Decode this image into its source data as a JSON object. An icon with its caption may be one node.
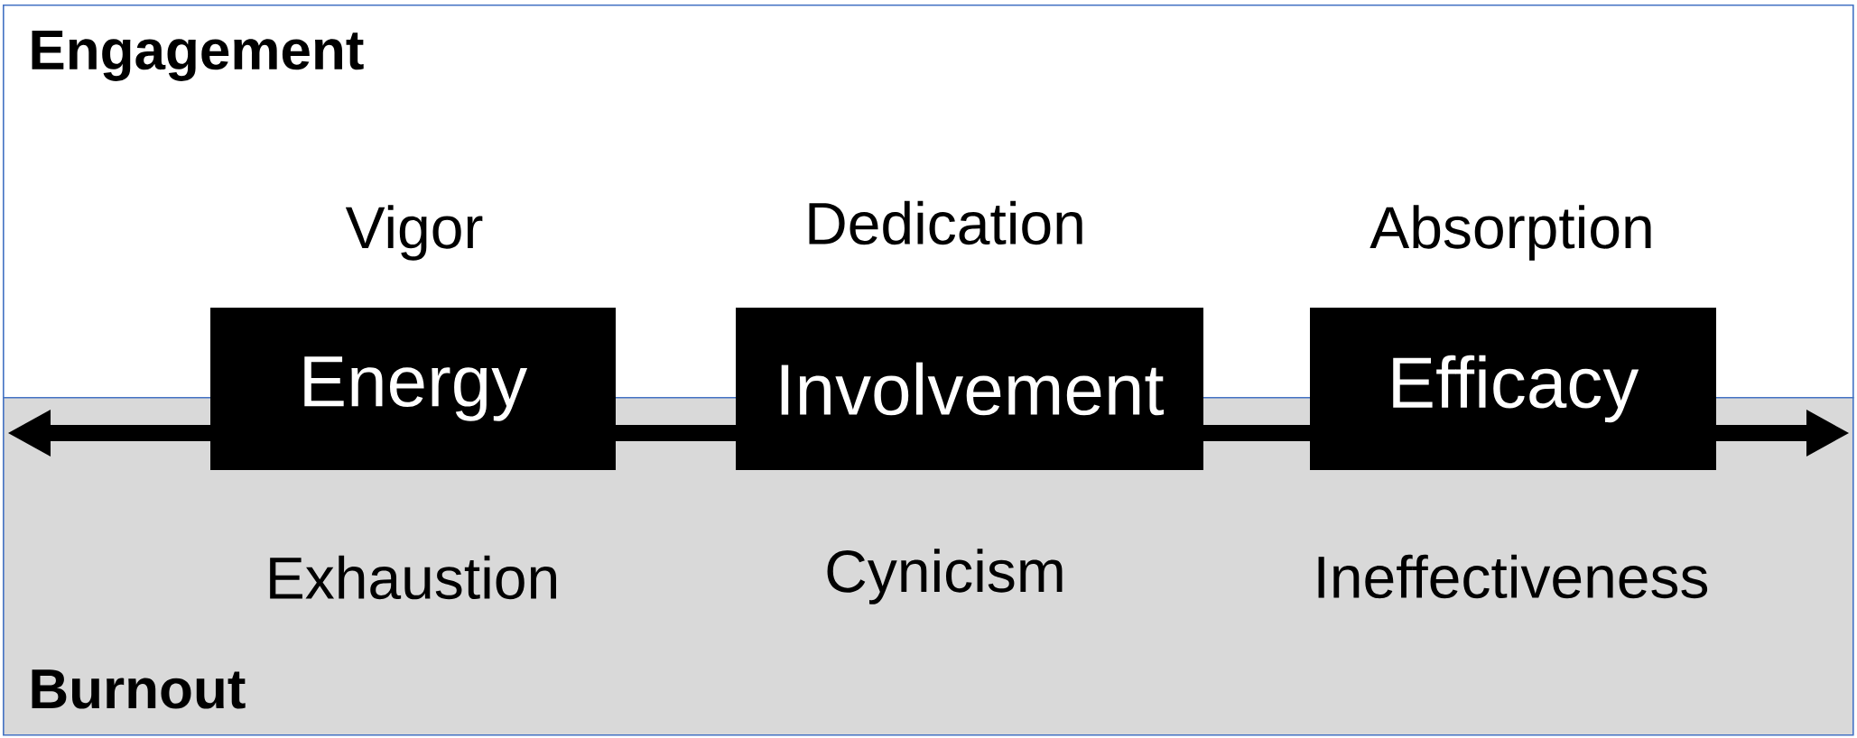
{
  "diagram": {
    "nodes": [
      {
        "text": [
          "Engagement"
        ]
      },
      {
        "text": [
          "Burnout"
        ]
      },
      {
        "text": [
          "Energy"
        ]
      },
      {
        "text": [
          "Involvement"
        ]
      },
      {
        "text": [
          "Efficacy"
        ]
      }
    ],
    "labels": [
      "Vigor",
      "Dedication",
      "Absorption",
      "Exhaustion",
      "Cynicism",
      "Ineffectiveness"
    ]
  }
}
